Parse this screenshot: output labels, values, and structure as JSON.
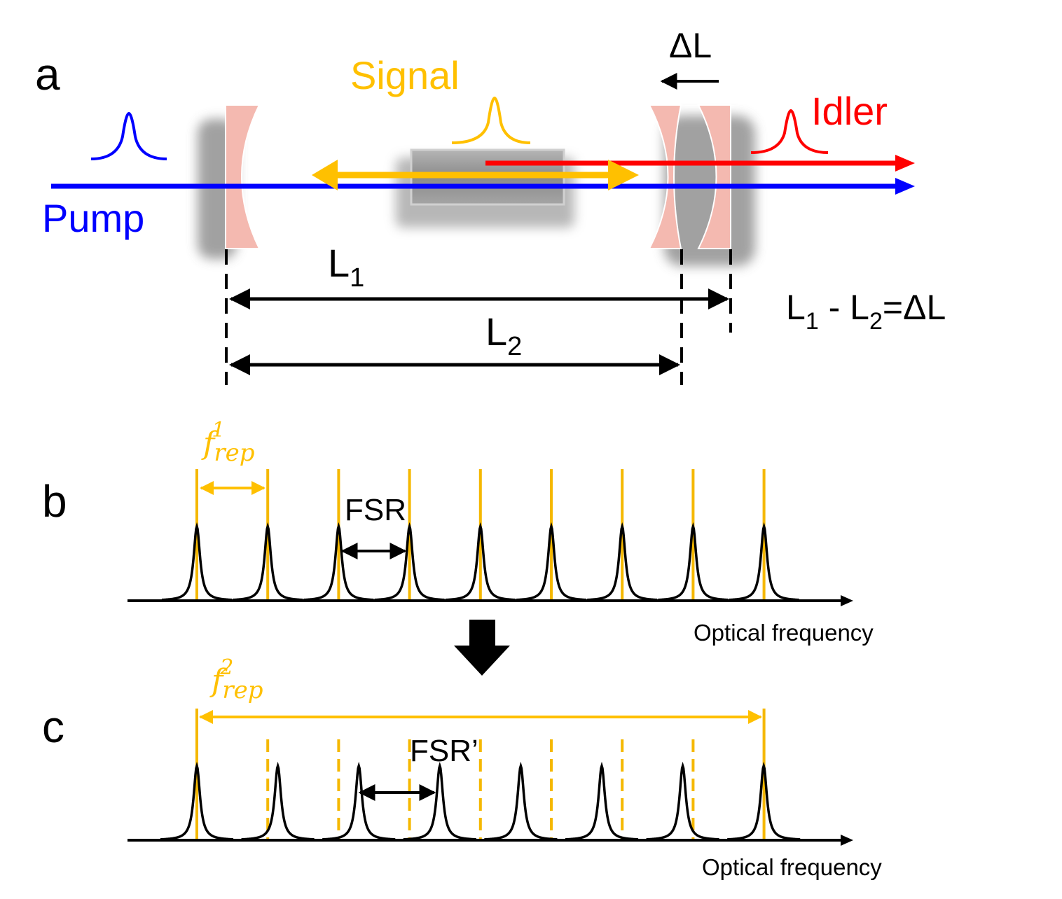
{
  "panels": {
    "a": {
      "label": "a",
      "beams": {
        "signal": "Signal",
        "idler": "Idler",
        "pump": "Pump"
      },
      "delta_l": "ΔL",
      "lengths": {
        "l1": {
          "base": "L",
          "sub": "1"
        },
        "l2": {
          "base": "L",
          "sub": "2"
        }
      },
      "relation": {
        "lhs_base": "L",
        "lhs_sub": "1",
        "minus": " - ",
        "rhs_base": "L",
        "rhs_sub": "2",
        "tail": "=ΔL"
      }
    },
    "b": {
      "label": "b",
      "frep": {
        "base": "f",
        "sup": "1",
        "sub": "rep"
      },
      "fsr": "FSR",
      "axis_label": "Optical frequency",
      "comb_lines": 9,
      "resonances": 9
    },
    "c": {
      "label": "c",
      "frep": {
        "base": "f",
        "sup": "2",
        "sub": "rep"
      },
      "fsr": "FSR’",
      "axis_label": "Optical frequency",
      "comb_lines": 9,
      "resonances": 8
    }
  },
  "colors": {
    "pump": "#0000ff",
    "signal": "#ffc000",
    "idler": "#ff0000",
    "comb": "#f5b800",
    "resonance": "#000000",
    "mirror": "#f4b9b0",
    "crystal": "#8a8a8a",
    "text": "#000000"
  }
}
